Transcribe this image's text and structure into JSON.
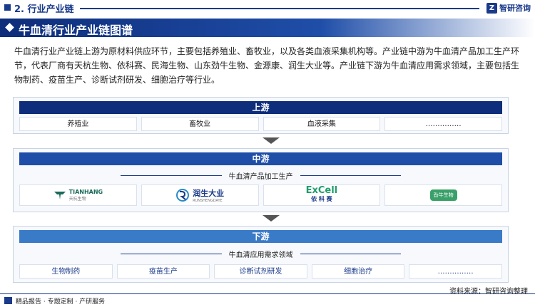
{
  "header": {
    "section": "2. 行业产业链",
    "brand": "智研咨询",
    "brand_mark": "Z"
  },
  "title": "牛血清行业产业链图谱",
  "intro": "牛血清行业产业链上游为原材料供应环节，主要包括养殖业、畜牧业，以及各类血液采集机构等。产业链中游为牛血清产品加工生产环节，代表厂商有天杭生物、依科赛、民海生物、山东劲牛生物、金源康、润生大业等。产业链下游为牛血清应用需求领域，主要包括生物制药、疫苗生产、诊断试剂研发、细胞治疗等行业。",
  "upstream": {
    "label": "上游",
    "items": [
      "养殖业",
      "畜牧业",
      "血液采集",
      "……………"
    ]
  },
  "midstream": {
    "label": "中游",
    "subtitle": "牛血清产品加工生产",
    "logos": {
      "tianhang": {
        "name": "TIANHANG",
        "sub": "天杭生物"
      },
      "runsheng": {
        "name": "润生大业",
        "sub": "RUNSHENGDAYE"
      },
      "excell": {
        "name": "ExCell",
        "sub": "依 科 赛"
      },
      "jinniu": {
        "name": "劲牛生物"
      }
    }
  },
  "downstream": {
    "label": "下游",
    "subtitle": "牛血清应用需求领域",
    "items": [
      "生物制药",
      "疫苗生产",
      "诊断试剂研发",
      "细胞治疗",
      "……………"
    ]
  },
  "footer": {
    "tagline": "精品报告 · 专题定制 · 产研服务",
    "source": "资料来源：智研咨询整理"
  },
  "colors": {
    "navy": "#0e2d7a",
    "blue": "#1f4ea8",
    "light_blue": "#3a7bc8"
  }
}
